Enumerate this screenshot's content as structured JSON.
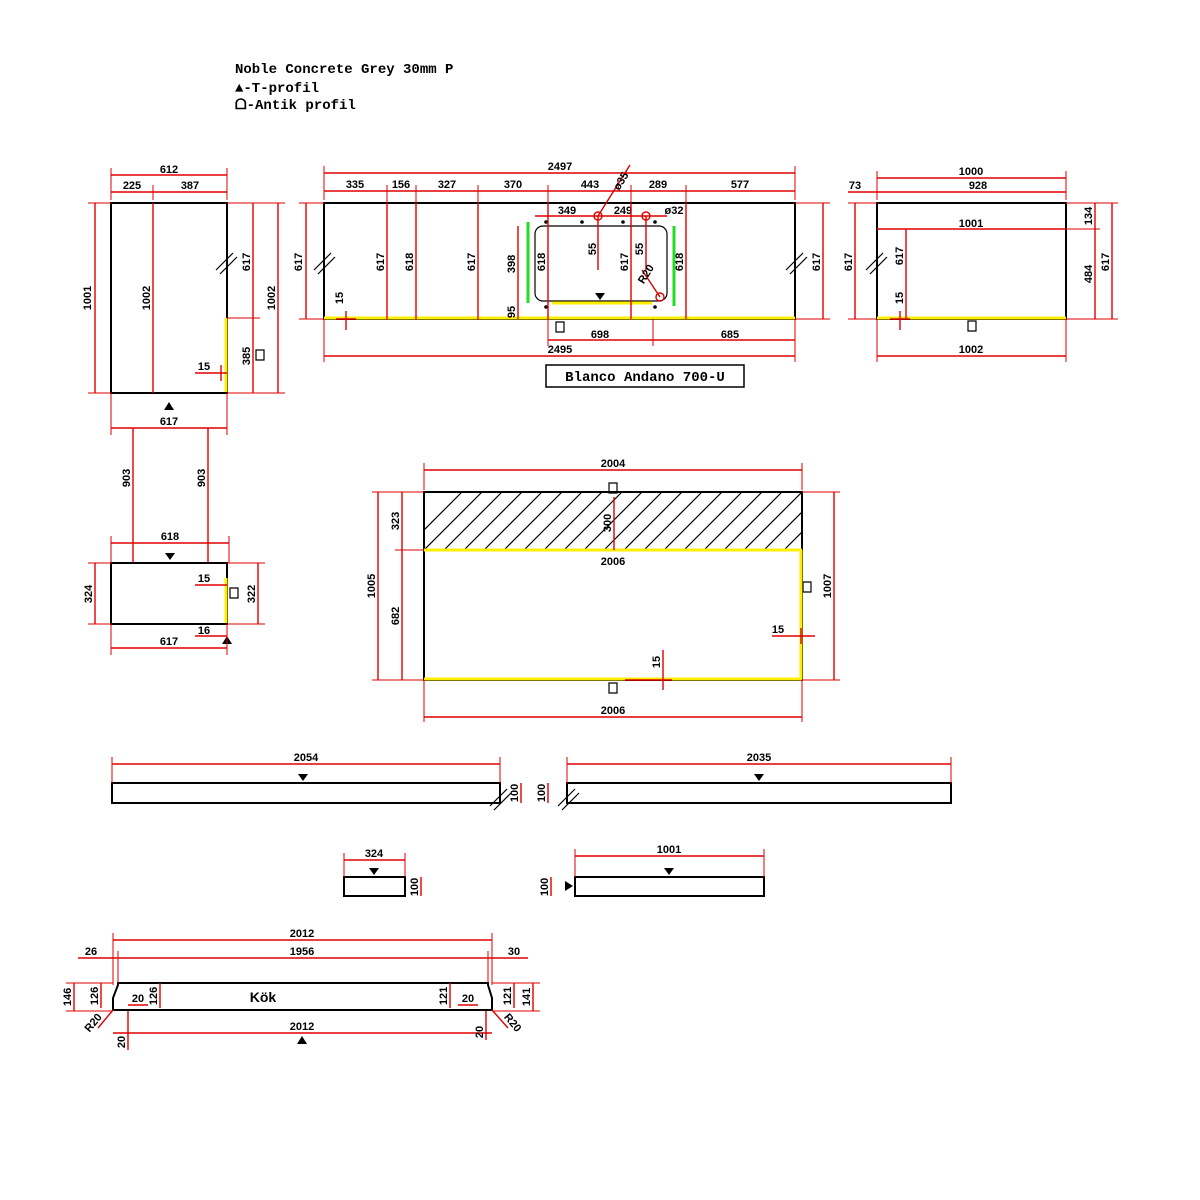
{
  "header": {
    "line1": "Noble Concrete Grey 30mm P",
    "line2": "▲-T-profil",
    "line3": "ᗝ-Antik  profil"
  },
  "sink_label": "Blanco Andano 700-U",
  "kitchen_label": "Kök",
  "dims": {
    "a_top_total": "612",
    "a_top_1": "225",
    "a_top_2": "387",
    "a_left_h": "1001",
    "a_inner_h": "1002",
    "a_right_h1": "617",
    "a_right_h2": "1002",
    "a_right_385": "385",
    "a_15": "15",
    "a_bottom": "617",
    "a_903_l": "903",
    "a_903_r": "903",
    "b_top": "618",
    "b_left": "324",
    "b_15": "15",
    "b_right": "322",
    "b_16": "16",
    "b_bottom": "617",
    "c_total": "2497",
    "c_s1": "335",
    "c_s2": "156",
    "c_s3": "327",
    "c_s4": "370",
    "c_s5": "443",
    "c_s6": "289",
    "c_s7": "577",
    "c_d35": "ø35",
    "c_349": "349",
    "c_249": "249",
    "c_d32": "ø32",
    "c_h_left": "617",
    "c_h1": "617",
    "c_h2": "618",
    "c_h3": "617",
    "c_h398": "398",
    "c_h618a": "618",
    "c_55a": "55",
    "c_617m": "617",
    "c_55b": "55",
    "c_618b": "618",
    "c_r20": "R20",
    "c_h_right": "617",
    "c_15": "15",
    "c_95": "95",
    "c_698": "698",
    "c_685": "685",
    "c_bottom": "2495",
    "d_73": "73",
    "d_1000": "1000",
    "d_928": "928",
    "d_1001": "1001",
    "d_134": "134",
    "d_617l": "617",
    "d_617in": "617",
    "d_484": "484",
    "d_617r": "617",
    "d_15": "15",
    "d_bottom": "1002",
    "e_top": "2004",
    "e_323": "323",
    "e_1005": "1005",
    "e_682": "682",
    "e_300": "300",
    "e_2006m": "2006",
    "e_1007": "1007",
    "e_15r": "15",
    "e_15b": "15",
    "e_bottom": "2006",
    "f1": "2054",
    "f1_h": "100",
    "f2_h": "100",
    "f2": "2035",
    "g1": "324",
    "g1_h": "100",
    "g2_h": "100",
    "g2": "1001",
    "k_2012t": "2012",
    "k_26": "26",
    "k_1956": "1956",
    "k_30": "30",
    "k_146": "146",
    "k_126a": "126",
    "k_20a": "20",
    "k_126b": "126",
    "k_121a": "121",
    "k_20b": "20",
    "k_121b": "121",
    "k_141": "141",
    "k_r20a": "R20",
    "k_r20b": "R20",
    "k_20c": "20",
    "k_2012b": "2012",
    "k_20d": "20"
  }
}
